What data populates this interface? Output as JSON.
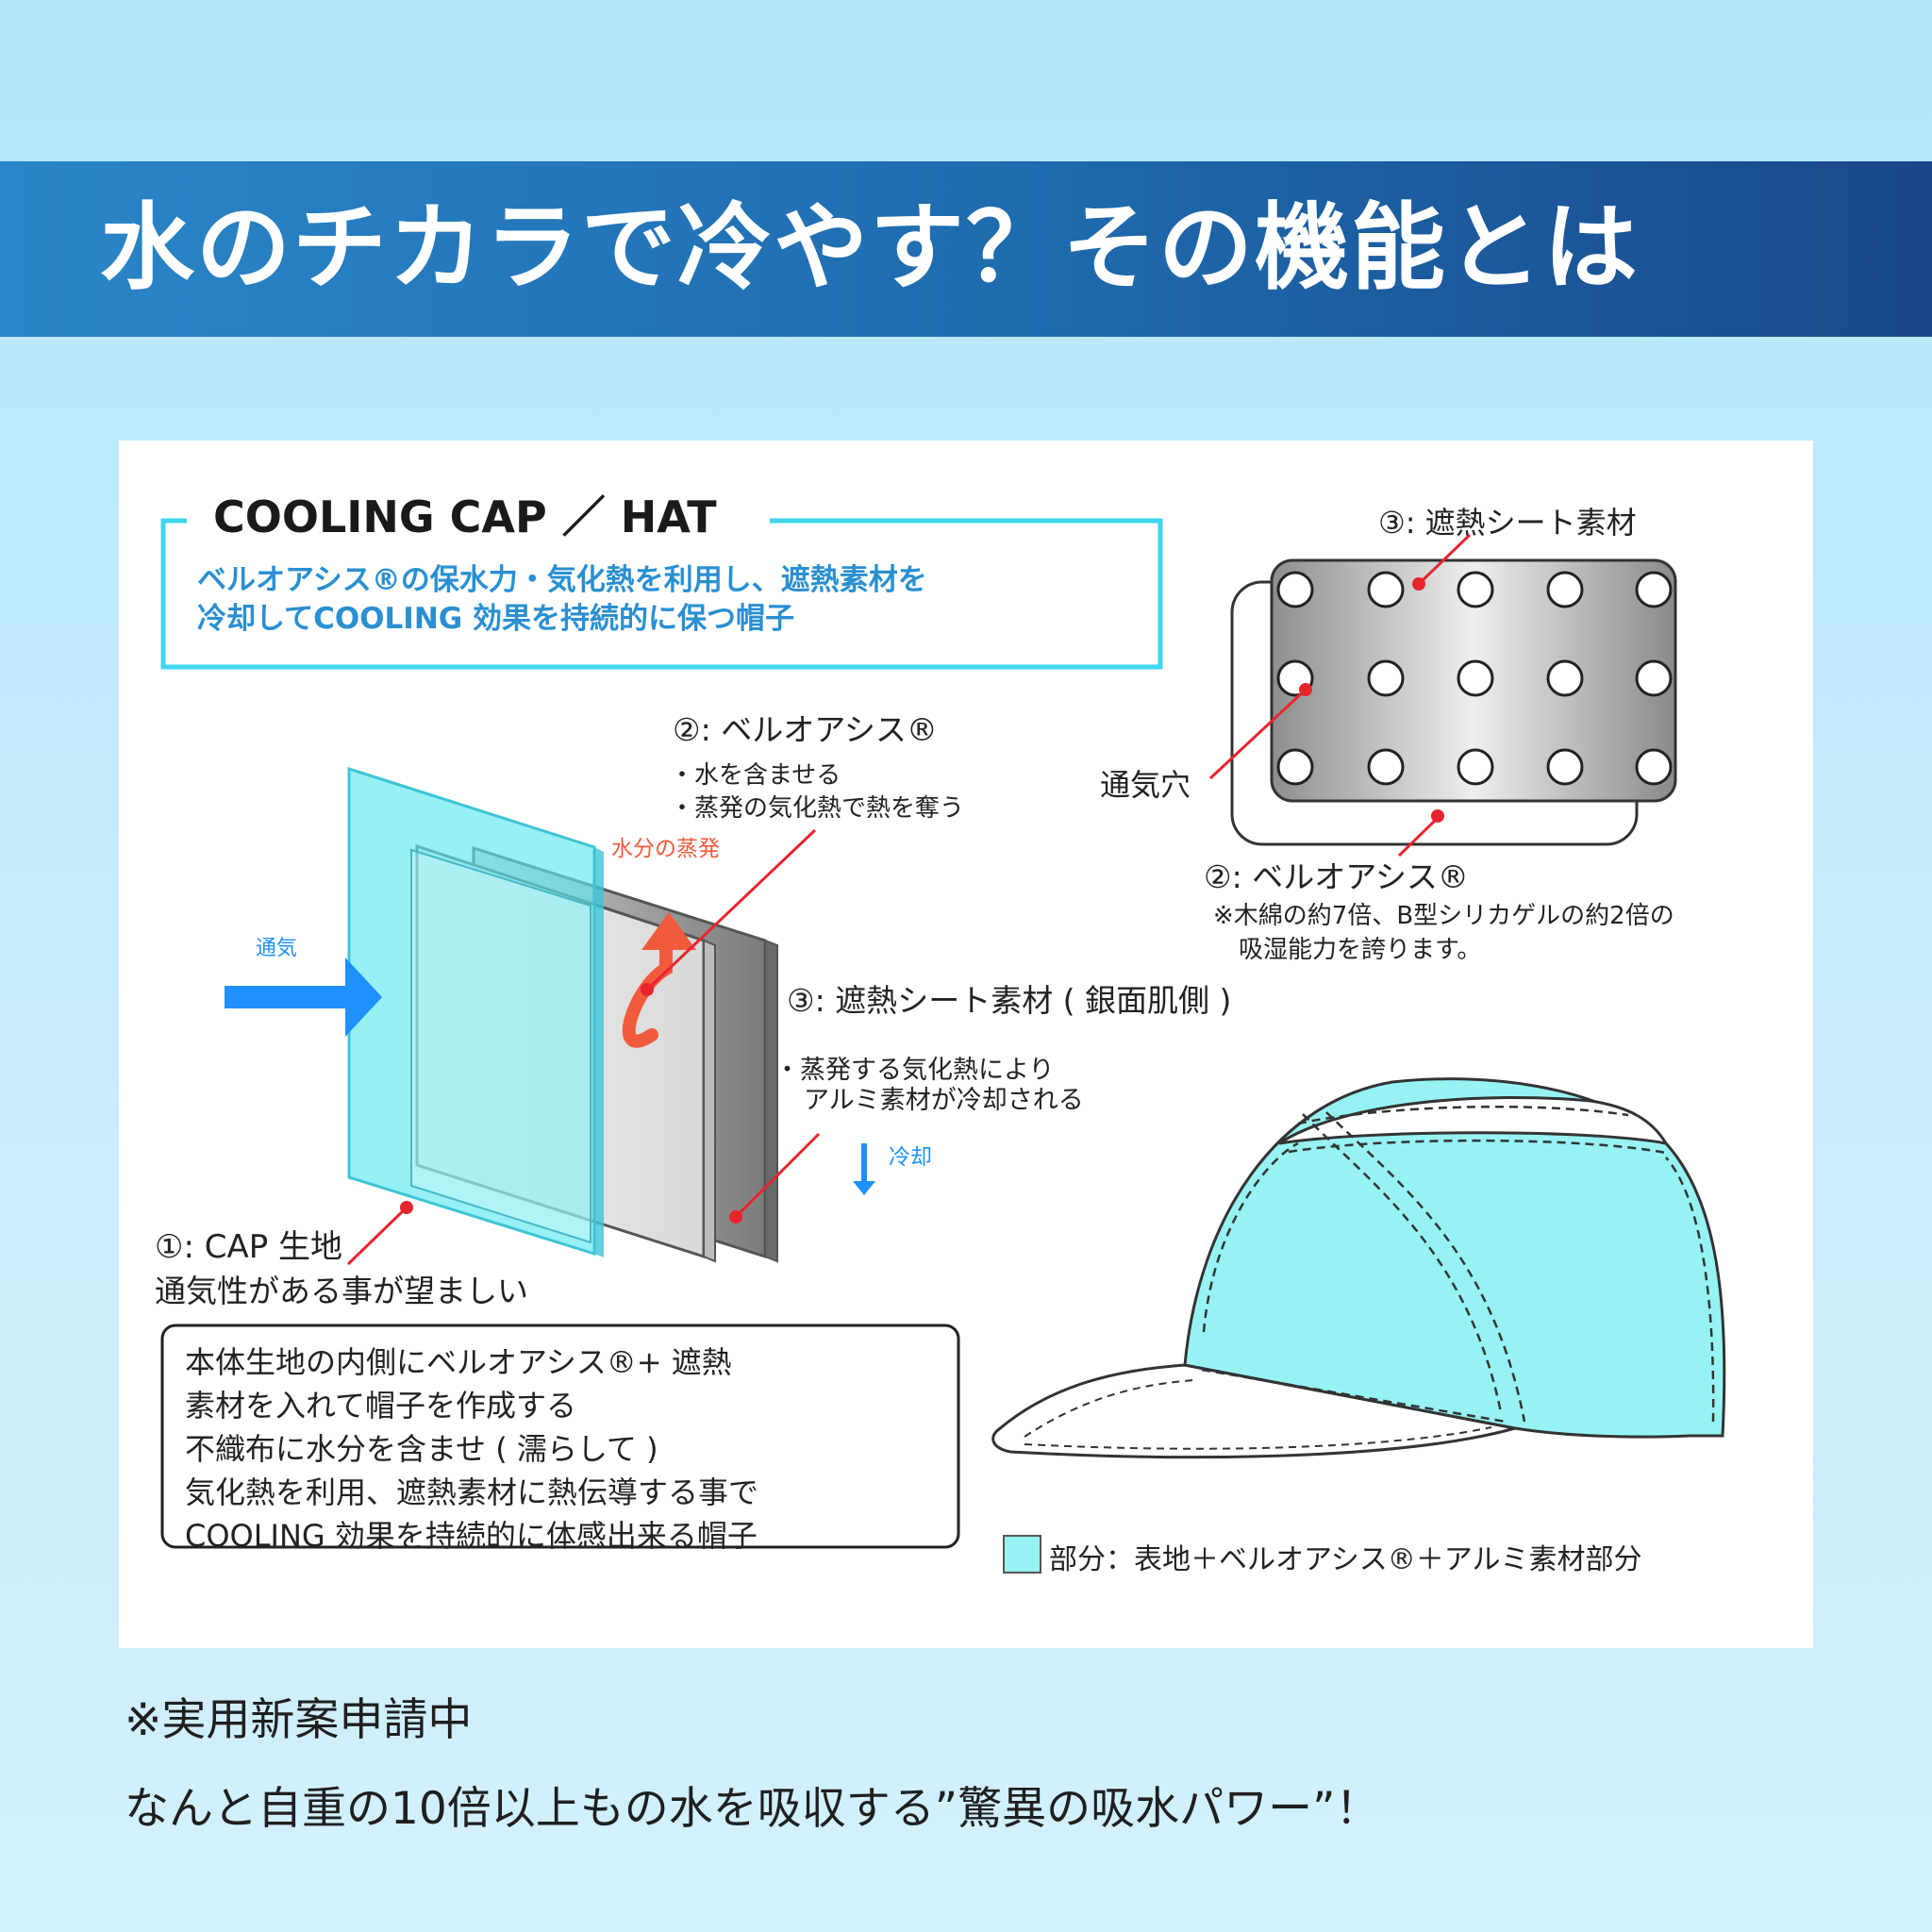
{
  "banner": {
    "title": "水のチカラで冷やす？その機能とは"
  },
  "diagram": {
    "heading": "COOLING CAP ／ HAT",
    "subtitle_line1": "ベルオアシス®の保水力・気化熱を利用し、遮熱素材を",
    "subtitle_line2": "冷却してCOOLING 効果を持続的に保つ帽子",
    "layer2_title": "②: ベルオアシス®",
    "layer2_bullet1": "・水を含ませる",
    "layer2_bullet2": "・蒸発の気化熱で熱を奪う",
    "evaporation_label": "水分の蒸発",
    "airflow_label": "通気",
    "layer3_title": "③: 遮熱シート素材 ( 銀面肌側 )",
    "layer3_bullet1": "・蒸発する気化熱により",
    "layer3_bullet2": "アルミ素材が冷却される",
    "cooling_label": "冷却",
    "layer1_title": "①: CAP 生地",
    "layer1_desc": "通気性がある事が望ましい",
    "sheet_title": "③: 遮熱シート素材",
    "vent_label": "通気穴",
    "sheet_layer2_title": "②: ベルオアシス®",
    "sheet_layer2_note1": "※木綿の約7倍、B型シリカゲルの約2倍の",
    "sheet_layer2_note2": "吸湿能力を誇ります。",
    "summary": [
      "本体生地の内側にベルオアシス®+ 遮熱",
      "素材を入れて帽子を作成する",
      "不織布に水分を含ませ ( 濡らして )",
      "気化熱を利用、遮熱素材に熱伝導する事で",
      "COOLING 効果を持続的に体感出来る帽子"
    ],
    "legend_label": "部分：表地＋ベルオアシス®＋アルミ素材部分"
  },
  "notes": {
    "patent": "※実用新案申請中",
    "power": "なんと自重の10倍以上もの水を吸収する”驚異の吸水パワー”！"
  },
  "colors": {
    "banner_start": "#2a86c8",
    "banner_end": "#19488a",
    "frame_cyan": "#3fd6f0",
    "subtitle_blue": "#2a8fd2",
    "arrow_blue": "#1e90ff",
    "pointer_red": "#e8252d",
    "evaporation_red": "#f25a3c",
    "cap_fill": "#97f3f3"
  }
}
